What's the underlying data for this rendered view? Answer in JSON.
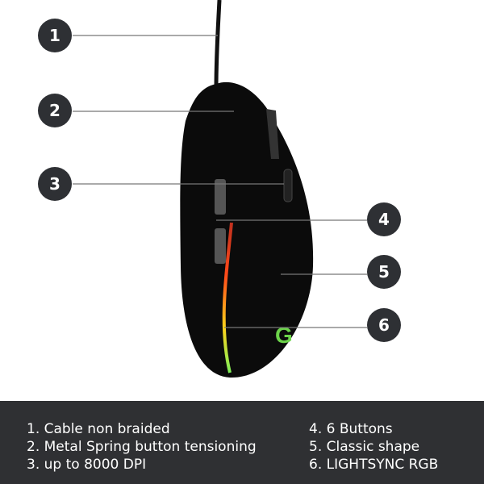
{
  "callouts": [
    "1",
    "2",
    "3",
    "4",
    "5",
    "6"
  ],
  "features_left": [
    "1. Cable non braided",
    "2. Metal Spring button tensioning",
    "3. up to 8000 DPI"
  ],
  "features_right": [
    "4. 6 Buttons",
    "5. Classic shape",
    "6. LIGHTSYNC RGB"
  ],
  "colors": {
    "badge": "#2e3034",
    "panel": "#2f3033",
    "mouse": "#0b0b0b"
  }
}
